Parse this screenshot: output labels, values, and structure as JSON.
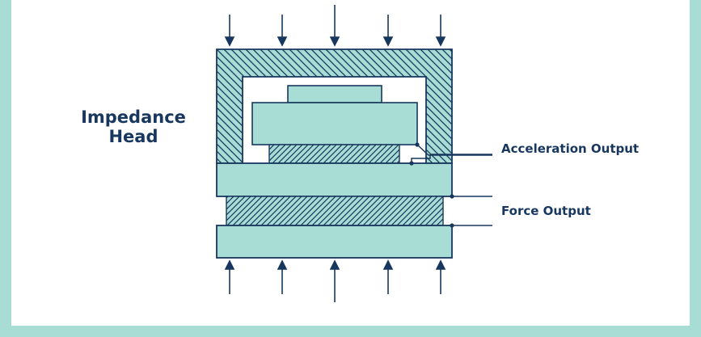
{
  "diagram": {
    "title_line1": "Impedance",
    "title_line2": "Head",
    "label_acceleration": "Acceleration Output",
    "label_force": "Force Output"
  },
  "colors": {
    "fill": "#a8ddd6",
    "stroke": "#17375e",
    "frame": "#a8ddd6"
  }
}
